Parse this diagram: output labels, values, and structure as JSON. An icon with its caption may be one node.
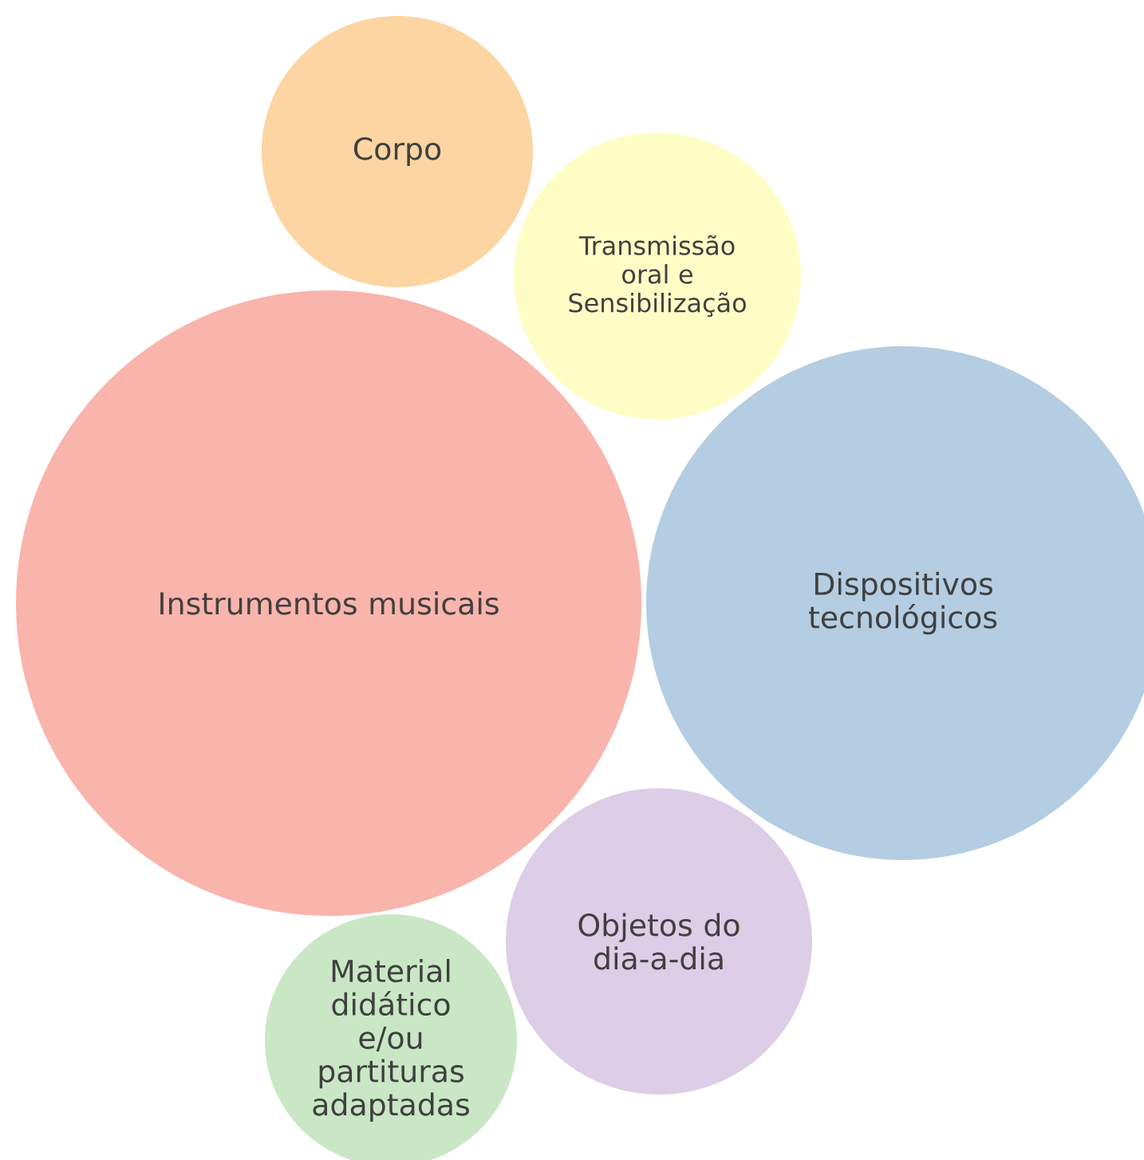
{
  "diagram": {
    "nodes": [
      {
        "text": [
          "Corpo"
        ]
      },
      {
        "text": [
          "Transmissão oral e Sensibilização"
        ]
      },
      {
        "text": [
          "Instrumentos musicais"
        ]
      },
      {
        "text": [
          "Dispositivos tecnológicos"
        ]
      },
      {
        "text": [
          "Objetos do dia-a-dia"
        ]
      },
      {
        "text": [
          "Material didático e/ou partituras adaptadas"
        ]
      }
    ]
  }
}
